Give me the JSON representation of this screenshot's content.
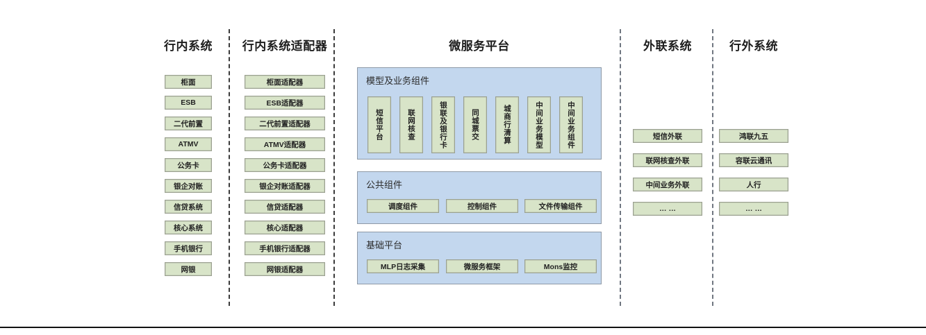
{
  "columns": {
    "internal_systems": {
      "title": "行内系统",
      "items": [
        "柜面",
        "ESB",
        "二代前置",
        "ATMV",
        "公务卡",
        "银企对账",
        "信贷系统",
        "核心系统",
        "手机银行",
        "网银"
      ]
    },
    "internal_adapters": {
      "title": "行内系统适配器",
      "items": [
        "柜面适配器",
        "ESB适配器",
        "二代前置适配器",
        "ATMV适配器",
        "公务卡适配器",
        "银企对账适配器",
        "信贷适配器",
        "核心适配器",
        "手机银行适配器",
        "网银适配器"
      ]
    },
    "microservice_platform": {
      "title": "微服务平台",
      "groups": [
        {
          "name": "模型及业务组件",
          "orientation": "vertical",
          "items": [
            "短信平台",
            "联网核查",
            "银联及银行卡",
            "同城票交",
            "城商行清算",
            "中间业务模型",
            "中间业务组件"
          ]
        },
        {
          "name": "公共组件",
          "orientation": "horizontal",
          "items": [
            "调度组件",
            "控制组件",
            "文件传输组件"
          ]
        },
        {
          "name": "基础平台",
          "orientation": "horizontal",
          "items": [
            "MLP日志采集",
            "微服务框架",
            "Mons监控"
          ]
        }
      ]
    },
    "external_link_systems": {
      "title": "外联系统",
      "items": [
        "短信外联",
        "联网核查外联",
        "中间业务外联",
        "… …"
      ]
    },
    "outside_bank_systems": {
      "title": "行外系统",
      "items": [
        "鸿联九五",
        "容联云通讯",
        "人行",
        "… …"
      ]
    }
  },
  "colors": {
    "node_fill": "#d8e4c8",
    "node_border": "#9aa08f",
    "panel_fill": "#c3d7ee",
    "panel_border": "#8e99a6",
    "divider": "#3a3a3a",
    "text": "#222222"
  }
}
